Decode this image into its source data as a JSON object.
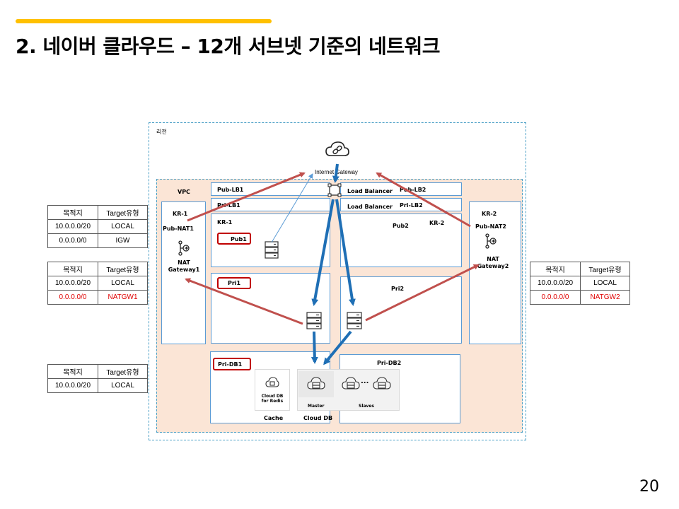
{
  "header": {
    "title": "2. 네이버 클라우드 – 12개 서브넷 기준의 네트워크",
    "accent_color": "#FFC000"
  },
  "page_number": "20",
  "diagram": {
    "region_label": "리전",
    "vpc_label": "VPC",
    "internet_gateway_label": "Internet Gateway",
    "left_az": {
      "zone": "KR-1",
      "subnet": "Pub-NAT1",
      "nat_label": "NAT\nGateway1"
    },
    "right_az": {
      "zone": "KR-2",
      "subnet": "Pub-NAT2",
      "nat_label": "NAT\nGateway2"
    },
    "pub_lb1": "Pub-LB1",
    "pri_lb1": "Pri-LB1",
    "pub_lb2": "Pub-LB2",
    "pri_lb2": "Pri-LB2",
    "lb_public": "Load Balancer",
    "lb_private": "Load Balancer",
    "kr1_label": "KR-1",
    "kr2_label": "KR-2",
    "pub1": "Pub1",
    "pub2": "Pub2",
    "pri1": "Pri1",
    "pri2": "Pri2",
    "pri_db1": "Pri-DB1",
    "pri_db2": "Pri-DB2",
    "redis_label": "Cloud DB\nfor Redis",
    "master_label": "Master",
    "slaves_label": "Slaves",
    "ellipsis": "...",
    "cache_label": "Cache",
    "clouddb_label": "Cloud DB",
    "colors": {
      "arrow_red": "#C0504D",
      "arrow_blue": "#1F6FB5",
      "red_border": "#C00000"
    }
  },
  "route_tables": [
    {
      "headers": [
        "목적지",
        "Target유형"
      ],
      "rows": [
        [
          "10.0.0.0/20",
          "LOCAL"
        ],
        [
          "0.0.0.0/0",
          "IGW"
        ]
      ],
      "highlight_row": -1
    },
    {
      "headers": [
        "목적지",
        "Target유형"
      ],
      "rows": [
        [
          "10.0.0.0/20",
          "LOCAL"
        ],
        [
          "0.0.0.0/0",
          "NATGW1"
        ]
      ],
      "highlight_row": 1
    },
    {
      "headers": [
        "목적지",
        "Target유형"
      ],
      "rows": [
        [
          "10.0.0.0/20",
          "LOCAL"
        ]
      ],
      "highlight_row": -1
    },
    {
      "headers": [
        "목적지",
        "Target유형"
      ],
      "rows": [
        [
          "10.0.0.0/20",
          "LOCAL"
        ],
        [
          "0.0.0.0/0",
          "NATGW2"
        ]
      ],
      "highlight_row": 1
    }
  ]
}
